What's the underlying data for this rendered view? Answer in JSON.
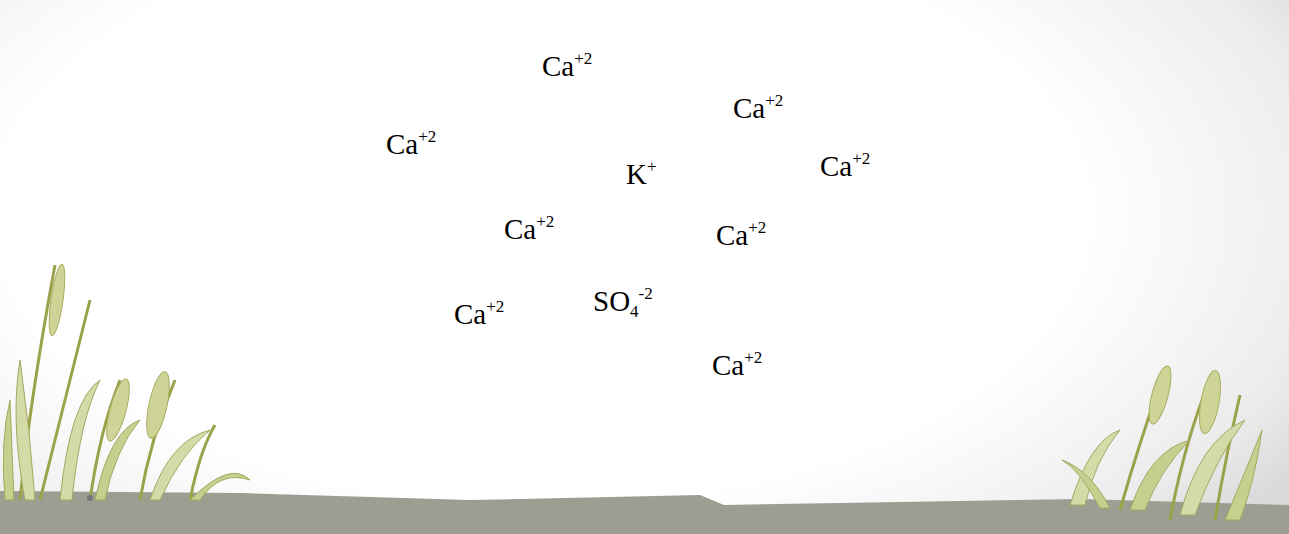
{
  "diagram": {
    "labels": [
      "Ca+2",
      "Ca+2",
      "Ca+2",
      "Ca+2",
      "K+",
      "Ca+2",
      "Ca+2",
      "SO4-2",
      "Ca+2",
      "Ca+2"
    ]
  }
}
